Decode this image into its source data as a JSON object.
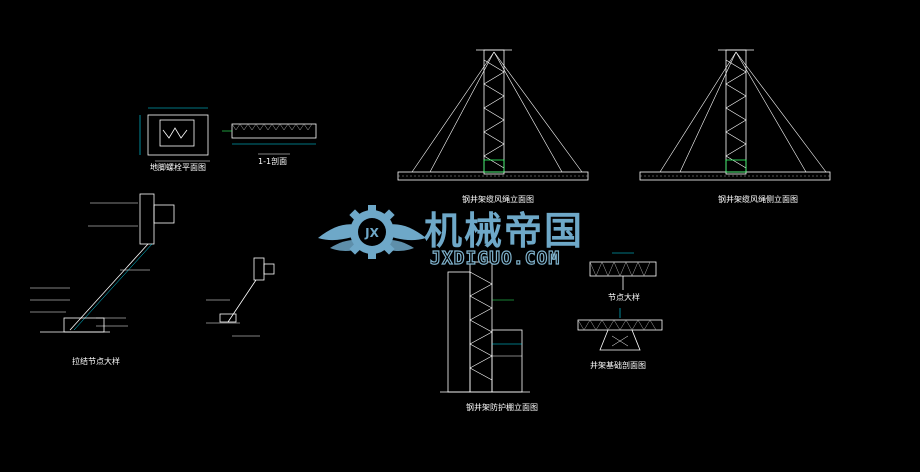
{
  "watermark": {
    "name_cn": "机械帝国",
    "domain": "JXDIGUO.COM",
    "badge_letters": "JX"
  },
  "labels": {
    "plan_small": "地脚螺栓平面图",
    "section_11": "1-1剖面",
    "node_detail": "拉结节点大样",
    "elev_left": "钢井架缆风绳立面图",
    "elev_right": "钢井架缆风绳侧立面图",
    "elev_bottom": "钢井架防护棚立面图",
    "node_right": "节点大样",
    "foundation": "井架基础剖面图"
  },
  "colors": {
    "background": "#000000",
    "line": "#ffffff",
    "accent_cyan": "#00e5ff",
    "accent_yellow": "#ffff66",
    "accent_green": "#33ff66",
    "watermark": "#6ea8c8"
  }
}
